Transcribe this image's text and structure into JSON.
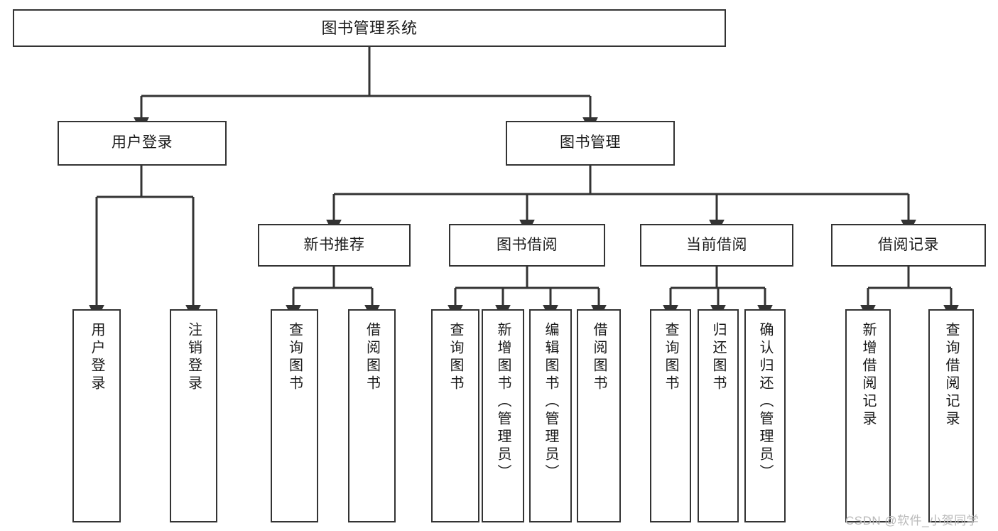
{
  "diagram": {
    "title": "图书管理系统",
    "stroke_color": "#333333",
    "text_color": "#1a1a1a",
    "background_color": "#ffffff",
    "watermark": "CSDN @软件_小贺同学"
  },
  "nodes": {
    "root": {
      "label": "图书管理系统"
    },
    "level1": [
      {
        "label": "用户登录"
      },
      {
        "label": "图书管理"
      }
    ],
    "level2": [
      {
        "label": "新书推荐"
      },
      {
        "label": "图书借阅"
      },
      {
        "label": "当前借阅"
      },
      {
        "label": "借阅记录"
      }
    ],
    "leaves": {
      "user_login": [
        {
          "label": "用户登录"
        },
        {
          "label": "注销登录"
        }
      ],
      "new_book_recommend": [
        {
          "label": "查询图书"
        },
        {
          "label": "借阅图书"
        }
      ],
      "book_borrow": [
        {
          "label": "查询图书"
        },
        {
          "label": "新增图书（管理员）"
        },
        {
          "label": "编辑图书（管理员）"
        },
        {
          "label": "借阅图书"
        }
      ],
      "current_borrow": [
        {
          "label": "查询图书"
        },
        {
          "label": "归还图书"
        },
        {
          "label": "确认归还（管理员）"
        }
      ],
      "borrow_record": [
        {
          "label": "新增借阅记录"
        },
        {
          "label": "查询借阅记录"
        }
      ]
    }
  }
}
